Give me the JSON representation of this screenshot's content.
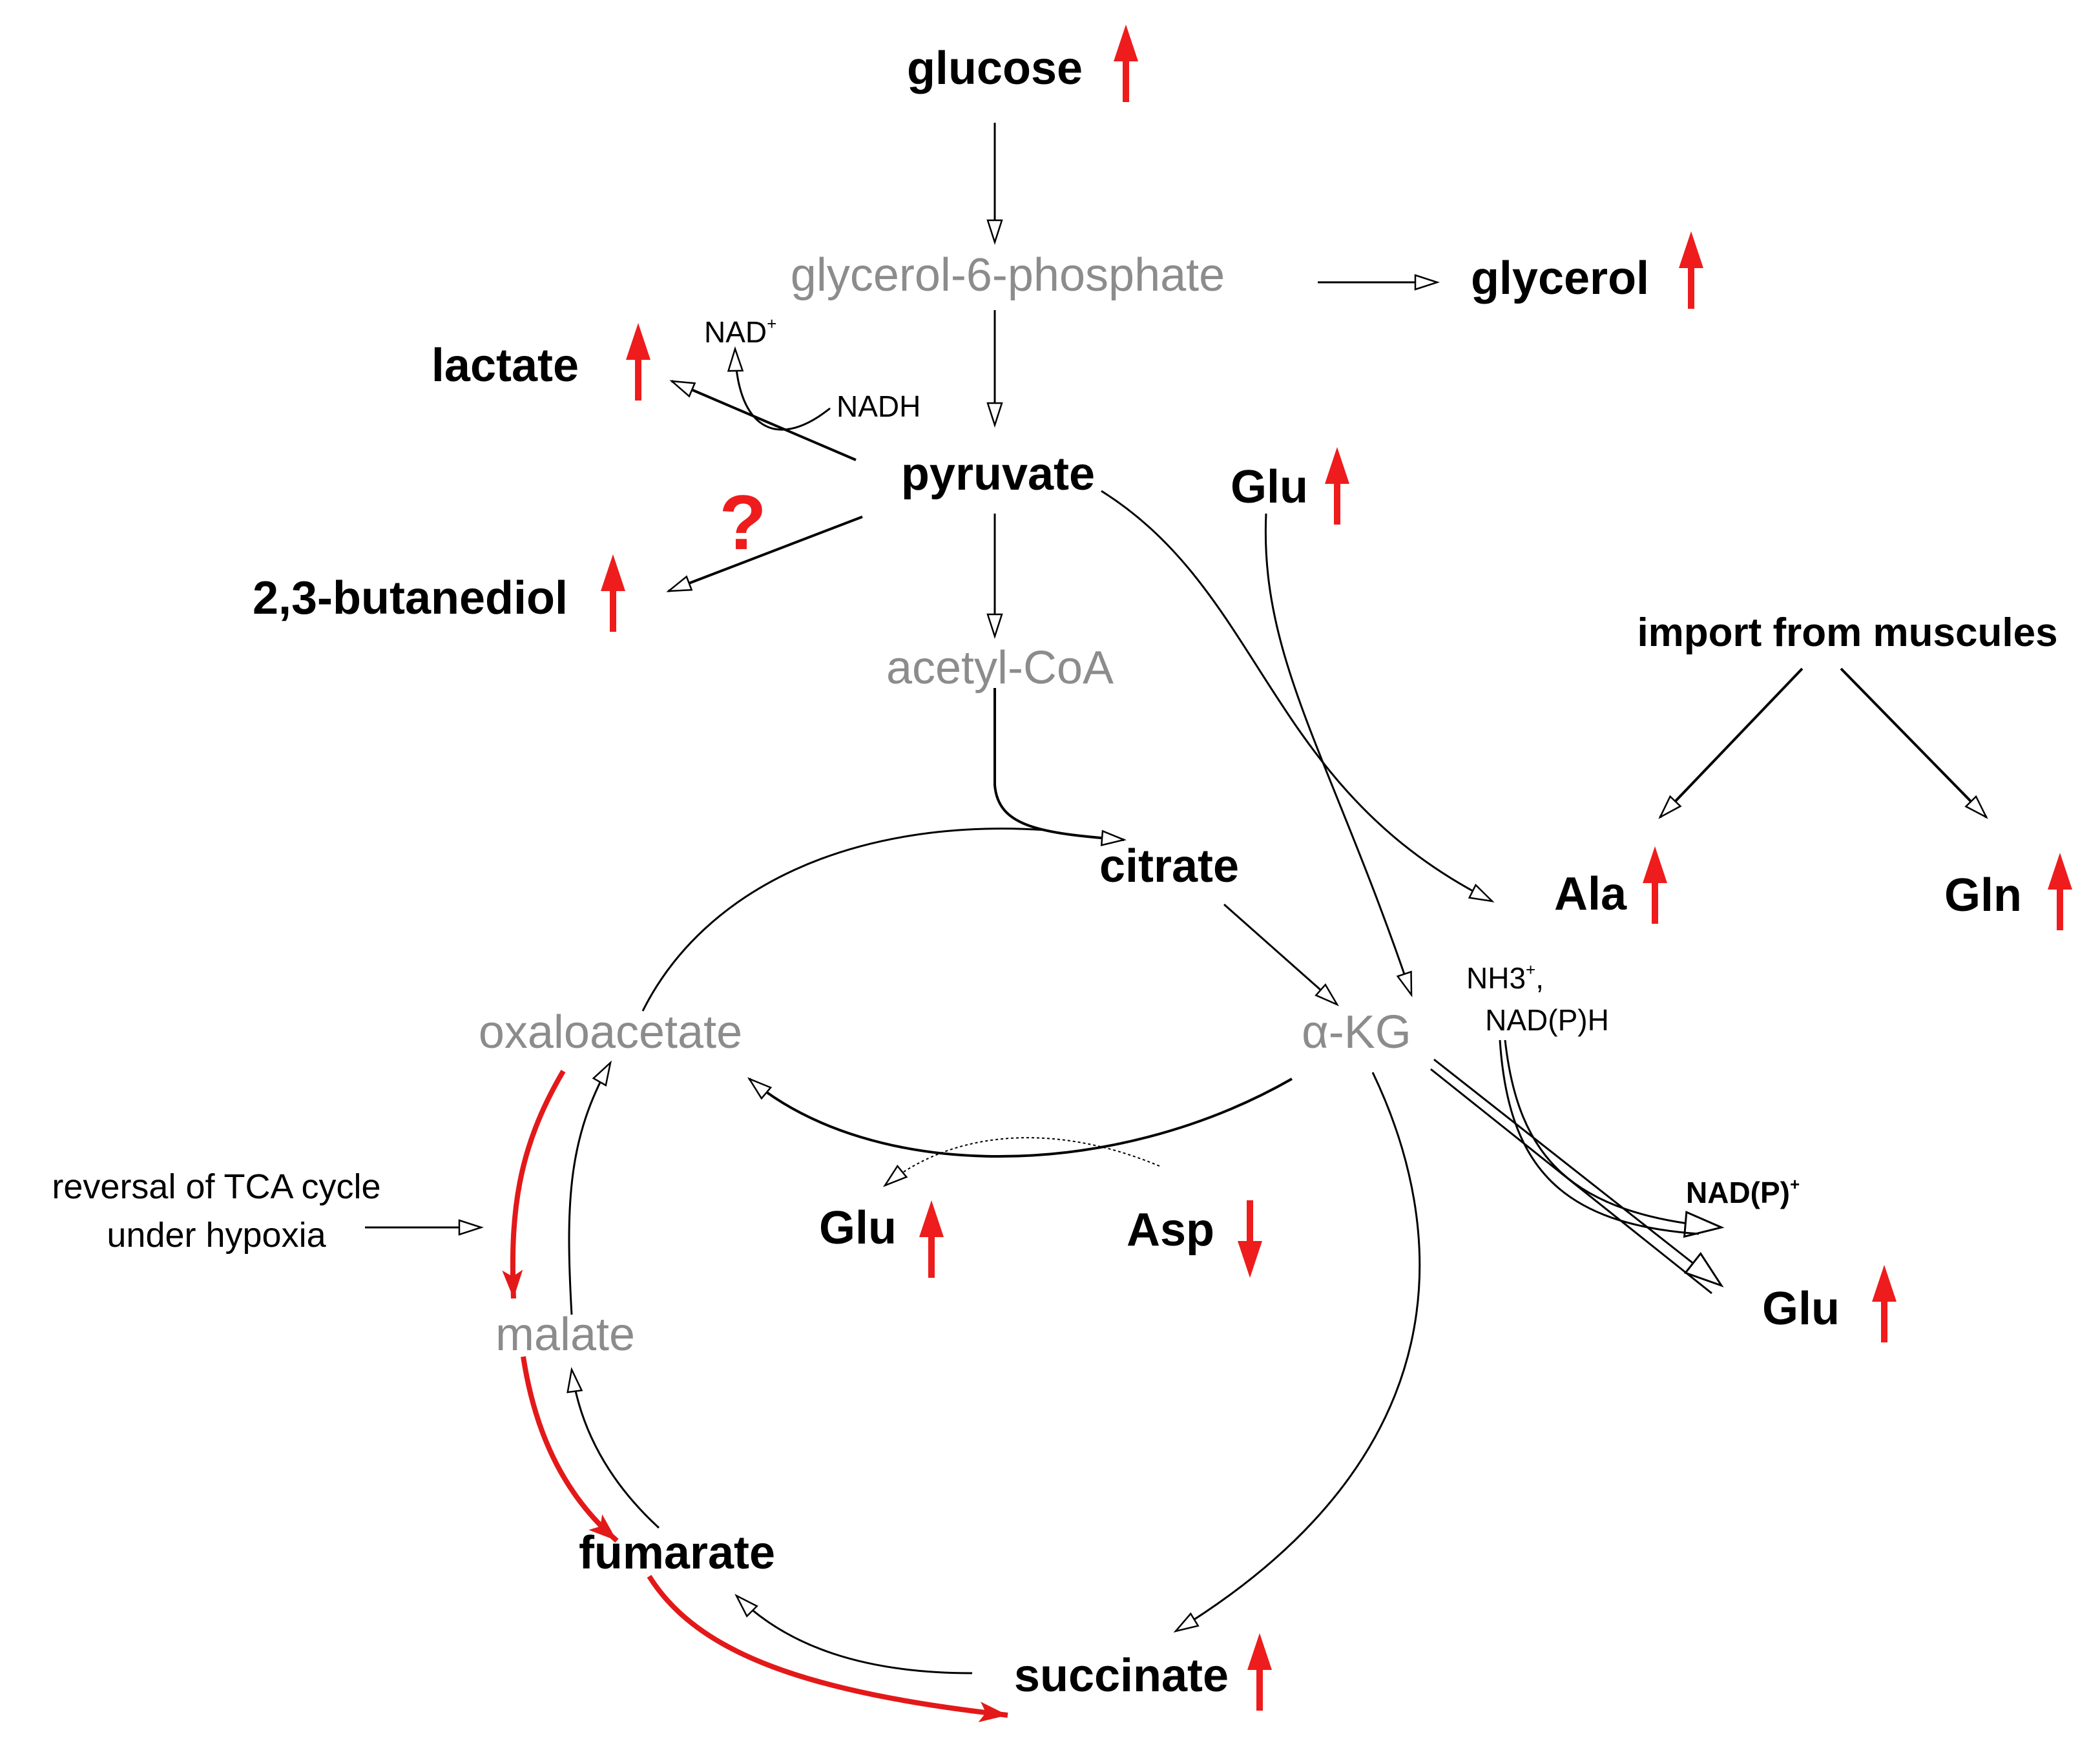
{
  "metabolites": {
    "glucose": "glucose",
    "glycerol_6_phosphate": "glycerol-6-phosphate",
    "glycerol": "glycerol",
    "lactate": "lactate",
    "pyruvate": "pyruvate",
    "butanediol": "2,3-butanediol",
    "acetyl_coa": "acetyl-CoA",
    "citrate": "citrate",
    "oxaloacetate": "oxaloacetate",
    "alpha_kg": "α-KG",
    "malate": "malate",
    "fumarate": "fumarate",
    "succinate": "succinate",
    "glu_top": "Glu",
    "glu_middle": "Glu",
    "glu_right": "Glu",
    "asp": "Asp",
    "ala": "Ala",
    "gln": "Gln"
  },
  "cofactors": {
    "nad_plus": "NAD",
    "nad_plus_sup": "+",
    "nadh": "NADH",
    "nh3_line1": "NH3",
    "nh3_sup": "+",
    "nh3_comma": ",",
    "nh3_line2": "NAD(P)H",
    "nadp_plus": "NAD(P)",
    "nadp_plus_sup": "+"
  },
  "annotations": {
    "question_mark": "?",
    "import_label": "import from muscules",
    "tca_reversal_line1": "reversal of TCA cycle",
    "tca_reversal_line2": "under hypoxia"
  },
  "changes": {
    "glucose": "up",
    "glycerol": "up",
    "lactate": "up",
    "butanediol": "up",
    "glu_top": "up",
    "ala": "up",
    "gln": "up",
    "glu_middle": "up",
    "asp": "down",
    "glu_right": "up",
    "succinate": "up"
  },
  "colors": {
    "indicator_red": "#ee1c1c",
    "pathway_black": "#000000",
    "intermediate_grey": "#8c8c8c",
    "hypoxia_path_red": "#e31919"
  }
}
